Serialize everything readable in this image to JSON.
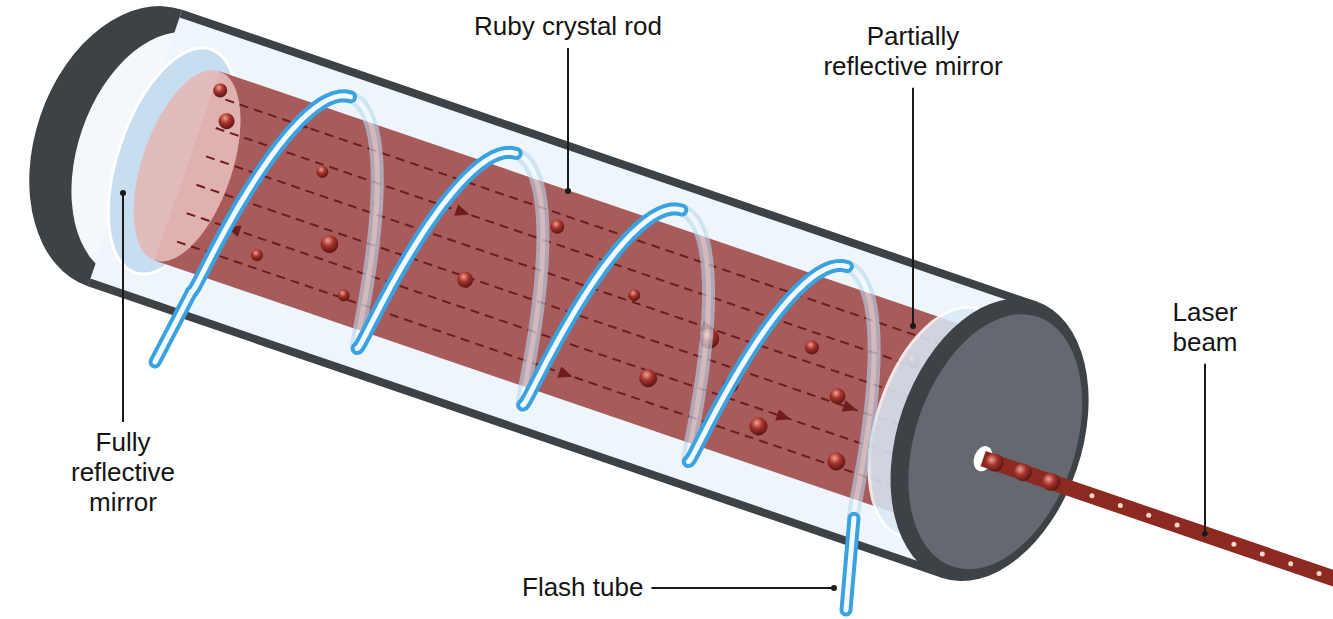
{
  "diagram": {
    "labels": [
      "Ruby crystal rod",
      "Partially reflective mirror",
      "Laser beam",
      "Fully reflective mirror",
      "Flash tube"
    ]
  }
}
